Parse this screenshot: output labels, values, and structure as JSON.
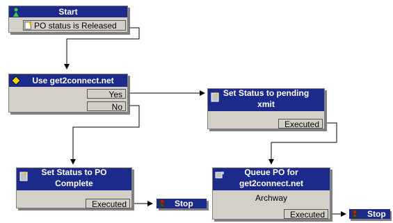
{
  "nodes": {
    "start": {
      "title": "Start",
      "condition": "PO status is Released"
    },
    "use_g2c": {
      "title": "Use get2connect.net",
      "ports": [
        "Yes",
        "No"
      ]
    },
    "set_pending": {
      "title_line1": "Set Status to pending",
      "title_line2": "xmit",
      "port": "Executed"
    },
    "set_complete": {
      "title_line1": "Set Status to PO",
      "title_line2": "Complete",
      "port": "Executed"
    },
    "queue_po": {
      "title_line1": "Queue PO for",
      "title_line2": "get2connect.net",
      "subtitle": "Archway",
      "port": "Executed"
    },
    "stop1": {
      "title": "Stop"
    },
    "stop2": {
      "title": "Stop"
    }
  },
  "colors": {
    "title_bg": "#1c2a8c",
    "node_bg": "#d4d0c8",
    "wire": "#000000"
  }
}
